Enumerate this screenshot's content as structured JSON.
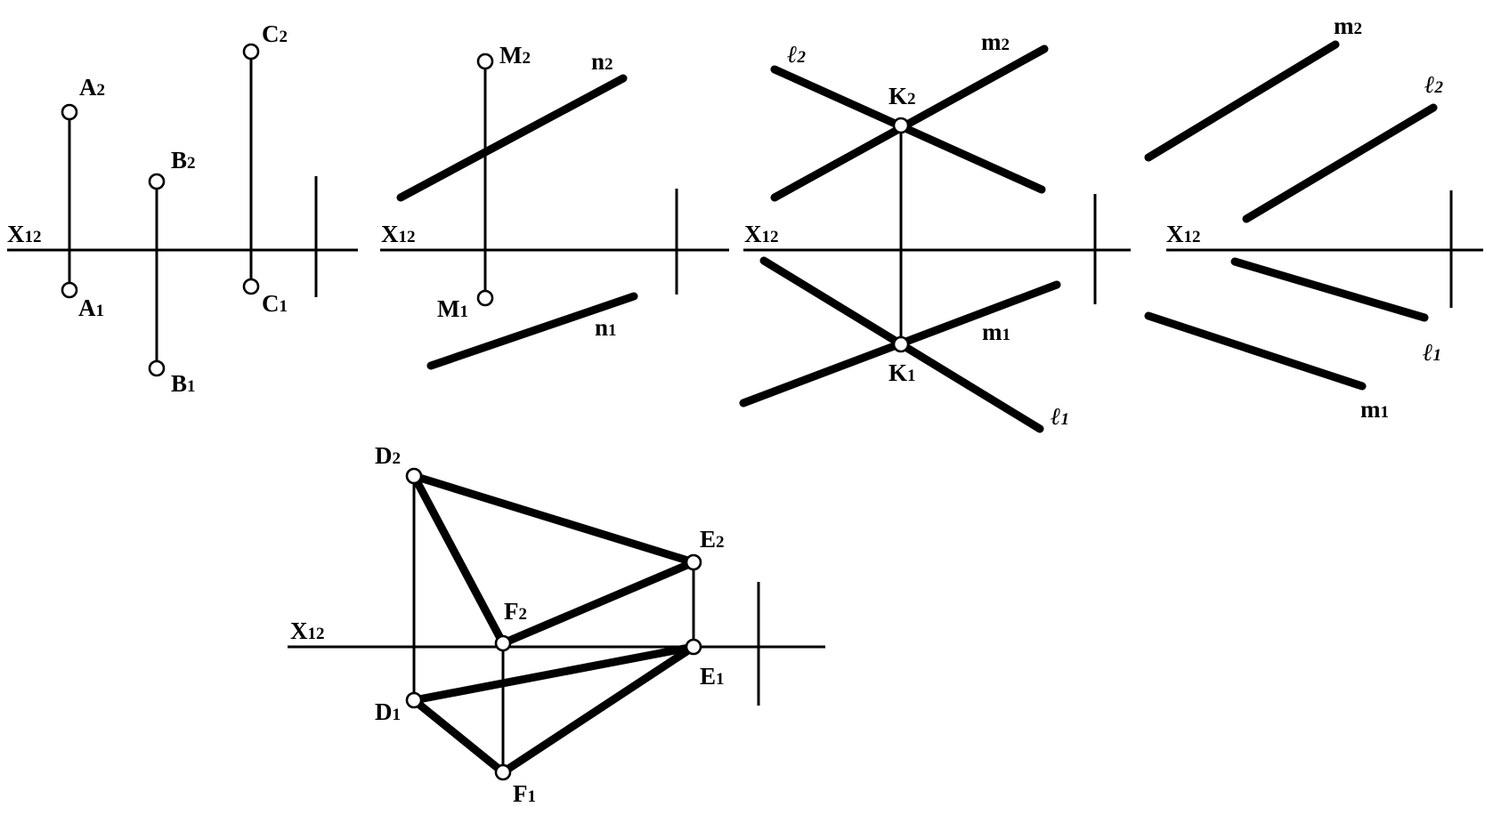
{
  "figures": [
    {
      "id": "points",
      "axis_label": "X",
      "axis_sub": "12",
      "points": [
        {
          "name": "A",
          "sub": "2"
        },
        {
          "name": "A",
          "sub": "1"
        },
        {
          "name": "B",
          "sub": "2"
        },
        {
          "name": "B",
          "sub": "1"
        },
        {
          "name": "C",
          "sub": "2"
        },
        {
          "name": "C",
          "sub": "1"
        }
      ]
    },
    {
      "id": "point-and-line",
      "axis_label": "X",
      "axis_sub": "12",
      "points": [
        {
          "name": "M",
          "sub": "2"
        },
        {
          "name": "M",
          "sub": "1"
        }
      ],
      "lines": [
        {
          "name": "n",
          "sub": "2"
        },
        {
          "name": "n",
          "sub": "1"
        }
      ]
    },
    {
      "id": "intersecting-lines",
      "axis_label": "X",
      "axis_sub": "12",
      "points": [
        {
          "name": "K",
          "sub": "2"
        },
        {
          "name": "K",
          "sub": "1"
        }
      ],
      "lines": [
        {
          "name": "ℓ",
          "sub": "2"
        },
        {
          "name": "m",
          "sub": "2"
        },
        {
          "name": "m",
          "sub": "1"
        },
        {
          "name": "ℓ",
          "sub": "1"
        }
      ]
    },
    {
      "id": "skew-lines",
      "axis_label": "X",
      "axis_sub": "12",
      "lines": [
        {
          "name": "m",
          "sub": "2"
        },
        {
          "name": "ℓ",
          "sub": "2"
        },
        {
          "name": "ℓ",
          "sub": "1"
        },
        {
          "name": "m",
          "sub": "1"
        }
      ]
    },
    {
      "id": "triangle",
      "axis_label": "X",
      "axis_sub": "12",
      "points": [
        {
          "name": "D",
          "sub": "2"
        },
        {
          "name": "E",
          "sub": "2"
        },
        {
          "name": "F",
          "sub": "2"
        },
        {
          "name": "E",
          "sub": "1"
        },
        {
          "name": "D",
          "sub": "1"
        },
        {
          "name": "F",
          "sub": "1"
        }
      ]
    }
  ]
}
